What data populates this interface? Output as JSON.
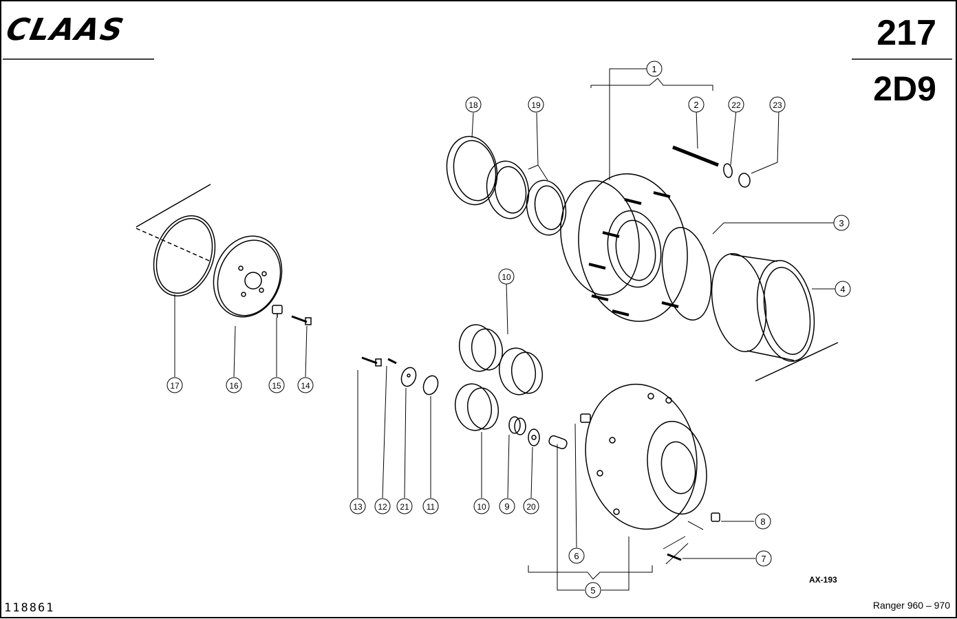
{
  "header": {
    "brand": "CLAAS",
    "page_number": "217",
    "section_code": "2D9"
  },
  "footer": {
    "document_number": "118861",
    "model": "Ranger 960 – 970",
    "drawing_reference": "AX-193"
  },
  "callouts": [
    "1",
    "2",
    "3",
    "4",
    "5",
    "6",
    "7",
    "8",
    "9",
    "10",
    "10",
    "11",
    "12",
    "13",
    "14",
    "15",
    "16",
    "17",
    "18",
    "19",
    "20",
    "21",
    "22",
    "23"
  ]
}
